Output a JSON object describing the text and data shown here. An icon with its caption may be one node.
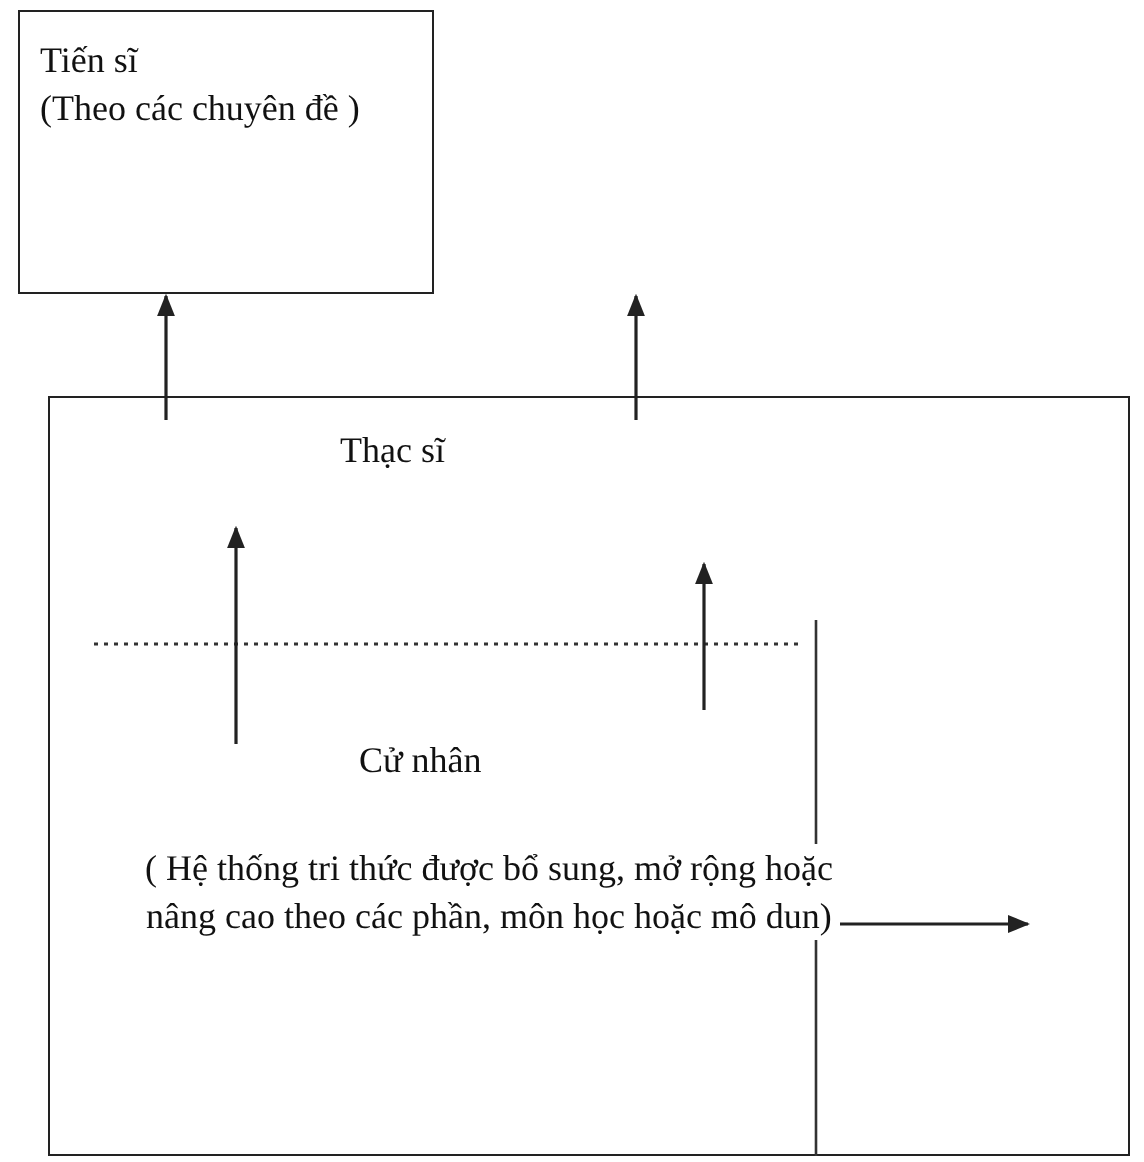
{
  "diagram": {
    "nodes": [
      {
        "text": [
          "Tiến sĩ",
          "(Theo các chuyên đề )"
        ]
      },
      {
        "text": [
          "Thạc sĩ"
        ]
      },
      {
        "text": [
          "Cử nhân",
          "( Hệ thống tri thức được bổ sung, mở rộng hoặc nâng cao  theo các phần, môn học hoặc mô dun)"
        ],
        "in": 1
      }
    ],
    "edges": [
      {
        "from": 1,
        "to": 0,
        "arrow": "to"
      },
      {
        "from": 1,
        "to": null,
        "arrow": "to"
      },
      {
        "from": 2,
        "to": 1,
        "arrow": "to"
      },
      {
        "from": 2,
        "to": null,
        "arrow": "to"
      },
      {
        "from": 2,
        "to": null,
        "arrow": "to"
      }
    ]
  }
}
